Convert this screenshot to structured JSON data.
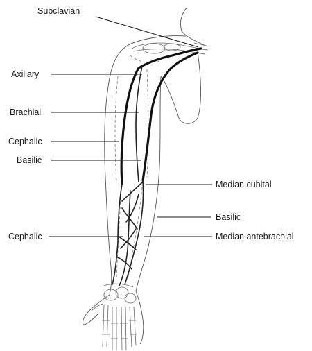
{
  "diagram": {
    "labels": {
      "subclavian": "Subclavian",
      "axillary": "Axillary",
      "brachial": "Brachial",
      "cephalic_upper": "Cephalic",
      "basilic_upper": "Basilic",
      "median_cubital": "Median cubital",
      "basilic_lower": "Basilic",
      "median_antebrachial": "Median antebrachial",
      "cephalic_lower": "Cephalic"
    }
  }
}
